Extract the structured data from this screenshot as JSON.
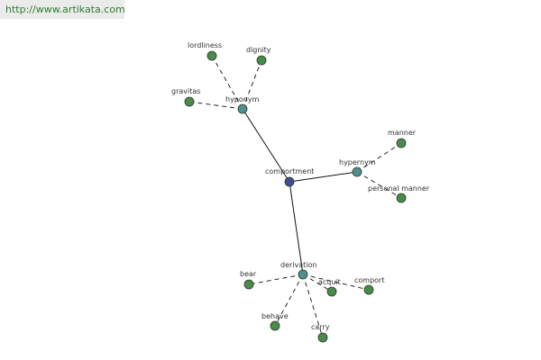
{
  "banner": {
    "url": "http://www.artikata.com"
  },
  "colors": {
    "center_node": "#3d4f8f",
    "group_node": "#4f8f8c",
    "leaf_node": "#4a8a4a",
    "node_stroke": "#2b3b2b",
    "edge": "#111111",
    "label": "#333333"
  },
  "graph": {
    "center": {
      "id": "comportment",
      "label": "comportment"
    },
    "groups": [
      {
        "id": "hyponym",
        "label": "hyponym",
        "children": [
          {
            "id": "lordliness",
            "label": "lordliness"
          },
          {
            "id": "dignity",
            "label": "dignity"
          },
          {
            "id": "gravitas",
            "label": "gravitas"
          }
        ]
      },
      {
        "id": "hypernym",
        "label": "hypernym",
        "children": [
          {
            "id": "manner",
            "label": "manner"
          },
          {
            "id": "personal-manner",
            "label": "personal manner"
          }
        ]
      },
      {
        "id": "derivation",
        "label": "derivation",
        "children": [
          {
            "id": "bear",
            "label": "bear"
          },
          {
            "id": "acquit",
            "label": "acquit"
          },
          {
            "id": "comport",
            "label": "comport"
          },
          {
            "id": "behave",
            "label": "behave"
          },
          {
            "id": "carry",
            "label": "carry"
          }
        ]
      }
    ]
  }
}
